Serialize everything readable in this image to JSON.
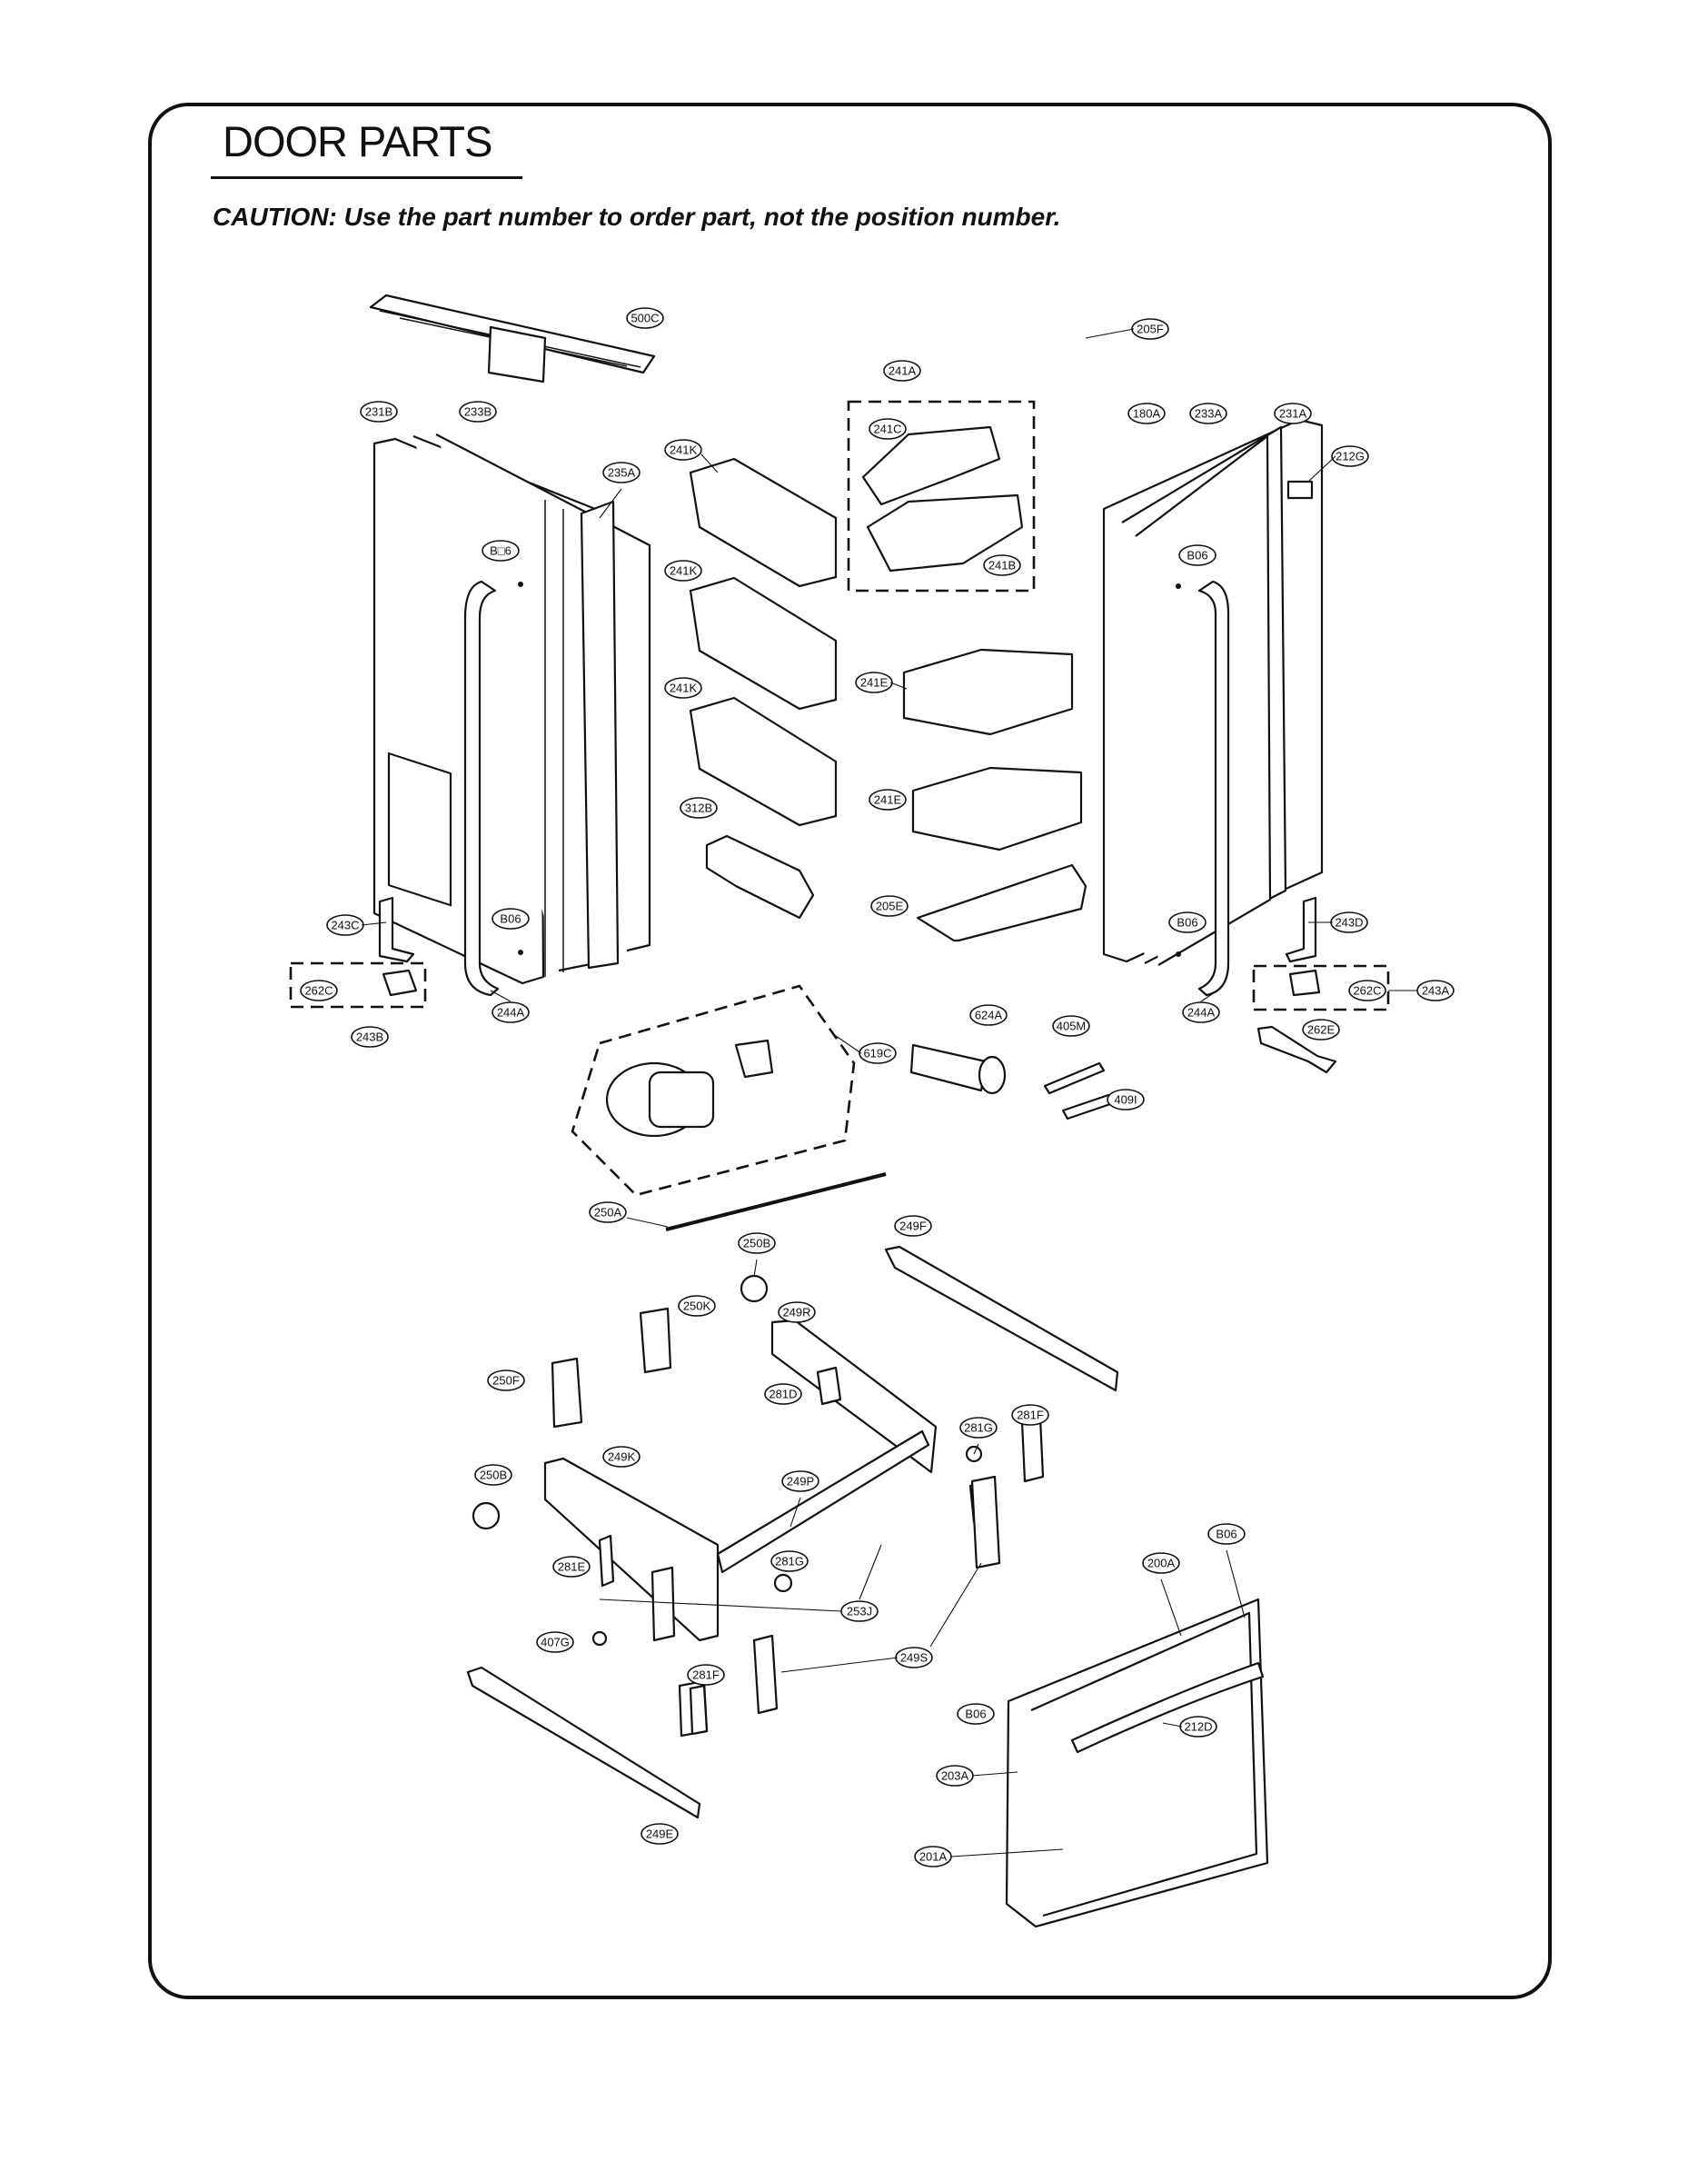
{
  "header": {
    "title": "DOOR PARTS",
    "caution": "CAUTION: Use the part number to order part, not the position number."
  },
  "callouts": [
    "500C",
    "205F",
    "241A",
    "231B",
    "233B",
    "241C",
    "180A",
    "233A",
    "231A",
    "212G",
    "241K",
    "235A",
    "B□6",
    "B06",
    "241B",
    "241K",
    "241E",
    "241K",
    "241E",
    "312B",
    "205E",
    "243C",
    "B06",
    "B06",
    "243D",
    "262C",
    "262C",
    "243A",
    "244A",
    "244A",
    "243B",
    "624A",
    "405M",
    "619C",
    "262E",
    "409I",
    "250A",
    "249F",
    "250B",
    "250K",
    "249R",
    "250F",
    "281D",
    "281F",
    "281G",
    "249K",
    "250B",
    "249P",
    "B06",
    "281E",
    "281G",
    "200A",
    "253J",
    "407G",
    "249S",
    "281F",
    "B06",
    "212D",
    "203A",
    "249E",
    "201A"
  ]
}
